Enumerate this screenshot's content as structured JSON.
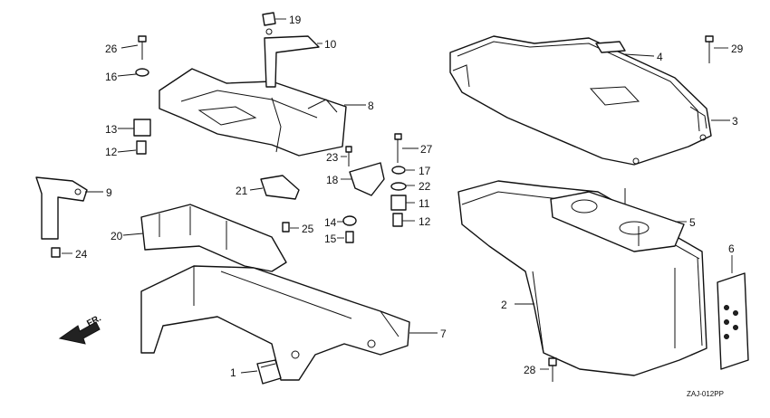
{
  "diagram": {
    "callouts": [
      "1",
      "2",
      "3",
      "4",
      "5",
      "6",
      "7",
      "8",
      "9",
      "10",
      "11",
      "12",
      "12",
      "13",
      "14",
      "15",
      "16",
      "17",
      "18",
      "19",
      "20",
      "21",
      "22",
      "23",
      "24",
      "25",
      "26",
      "27",
      "28",
      "29"
    ],
    "direction_label": "FR.",
    "drawing_code": "ZAJ-012PP"
  }
}
